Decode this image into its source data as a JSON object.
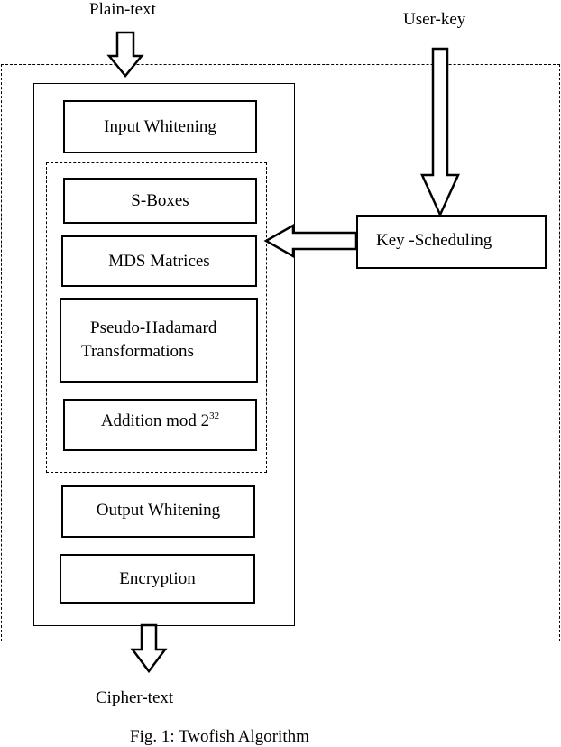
{
  "labels": {
    "plain_text": "Plain-text",
    "user_key": "User-key",
    "cipher_text": "Cipher-text"
  },
  "boxes": {
    "input_whitening": "Input Whitening",
    "s_boxes": "S-Boxes",
    "mds_matrices": "MDS Matrices",
    "pht_line1": "Pseudo-Hadamard",
    "pht_line2": "Transformations",
    "addition_base": "Addition mod 2",
    "addition_exponent": "32",
    "output_whitening": "Output Whitening",
    "encryption": "Encryption",
    "key_scheduling": "Key -Scheduling"
  },
  "caption": "Fig. 1: Twofish Algorithm"
}
